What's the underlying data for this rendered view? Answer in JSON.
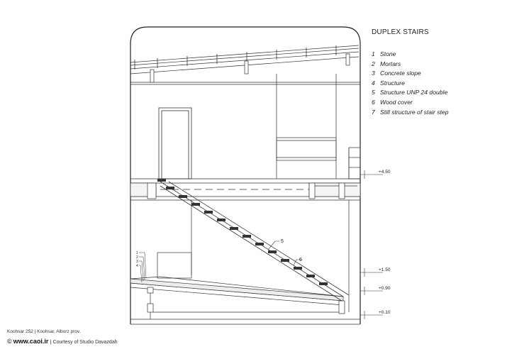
{
  "title": "DUPLEX STAIRS",
  "legend": [
    {
      "num": "1",
      "label": "Stone"
    },
    {
      "num": "2",
      "label": "Mortars"
    },
    {
      "num": "3",
      "label": "Concrete slope"
    },
    {
      "num": "4",
      "label": "Structure"
    },
    {
      "num": "5",
      "label": "Structure UNP 24 double"
    },
    {
      "num": "6",
      "label": "Wood cover"
    },
    {
      "num": "7",
      "label": "Still structure of stair step"
    }
  ],
  "levels": [
    "+4.50",
    "+1.50",
    "+0.90",
    "+0.10"
  ],
  "callouts": {
    "five": "5",
    "six": "6",
    "left_stack": [
      "1",
      "2",
      "3",
      "4"
    ]
  },
  "footer": {
    "project": "Koohsar 252 | Koohsar, Alborz prov.",
    "copyright": "©",
    "site": "www.caoi.ir",
    "separator": "|",
    "credit": "Courtesy of Studio Davazdah"
  }
}
